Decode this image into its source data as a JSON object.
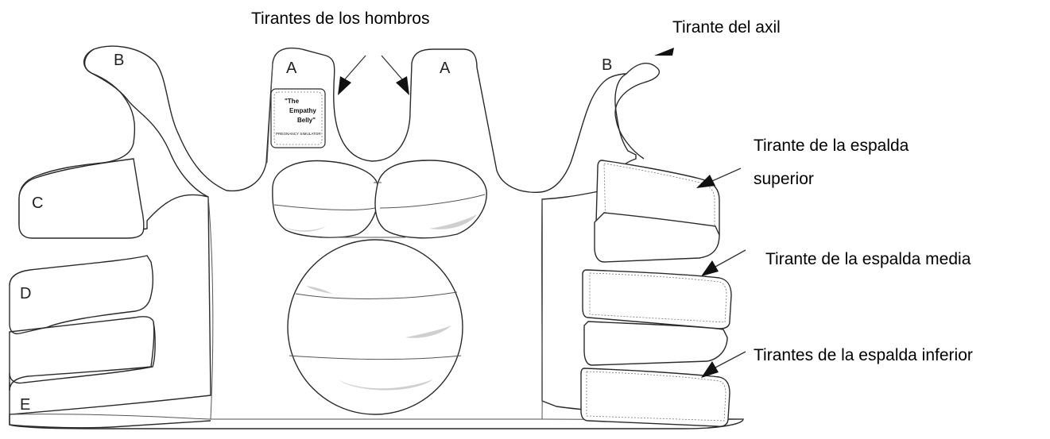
{
  "letters": {
    "b_left": "B",
    "a_left": "A",
    "a_right": "A",
    "b_right": "B",
    "c": "C",
    "d": "D",
    "e": "E"
  },
  "labels": {
    "shoulder_straps": "Tirantes de los hombros",
    "armpit_strap": "Tirante del axil",
    "upper_back_strap_line1": "Tirante de la espalda",
    "upper_back_strap_line2": "superior",
    "middle_back_strap": "Tirante de la espalda media",
    "lower_back_straps": "Tirantes de la espalda inferior"
  },
  "logo_tag": {
    "line1": "\"The",
    "line2": "Empathy",
    "line3": "Belly\"",
    "line4": "PREGNANCY SIMULATOR"
  }
}
